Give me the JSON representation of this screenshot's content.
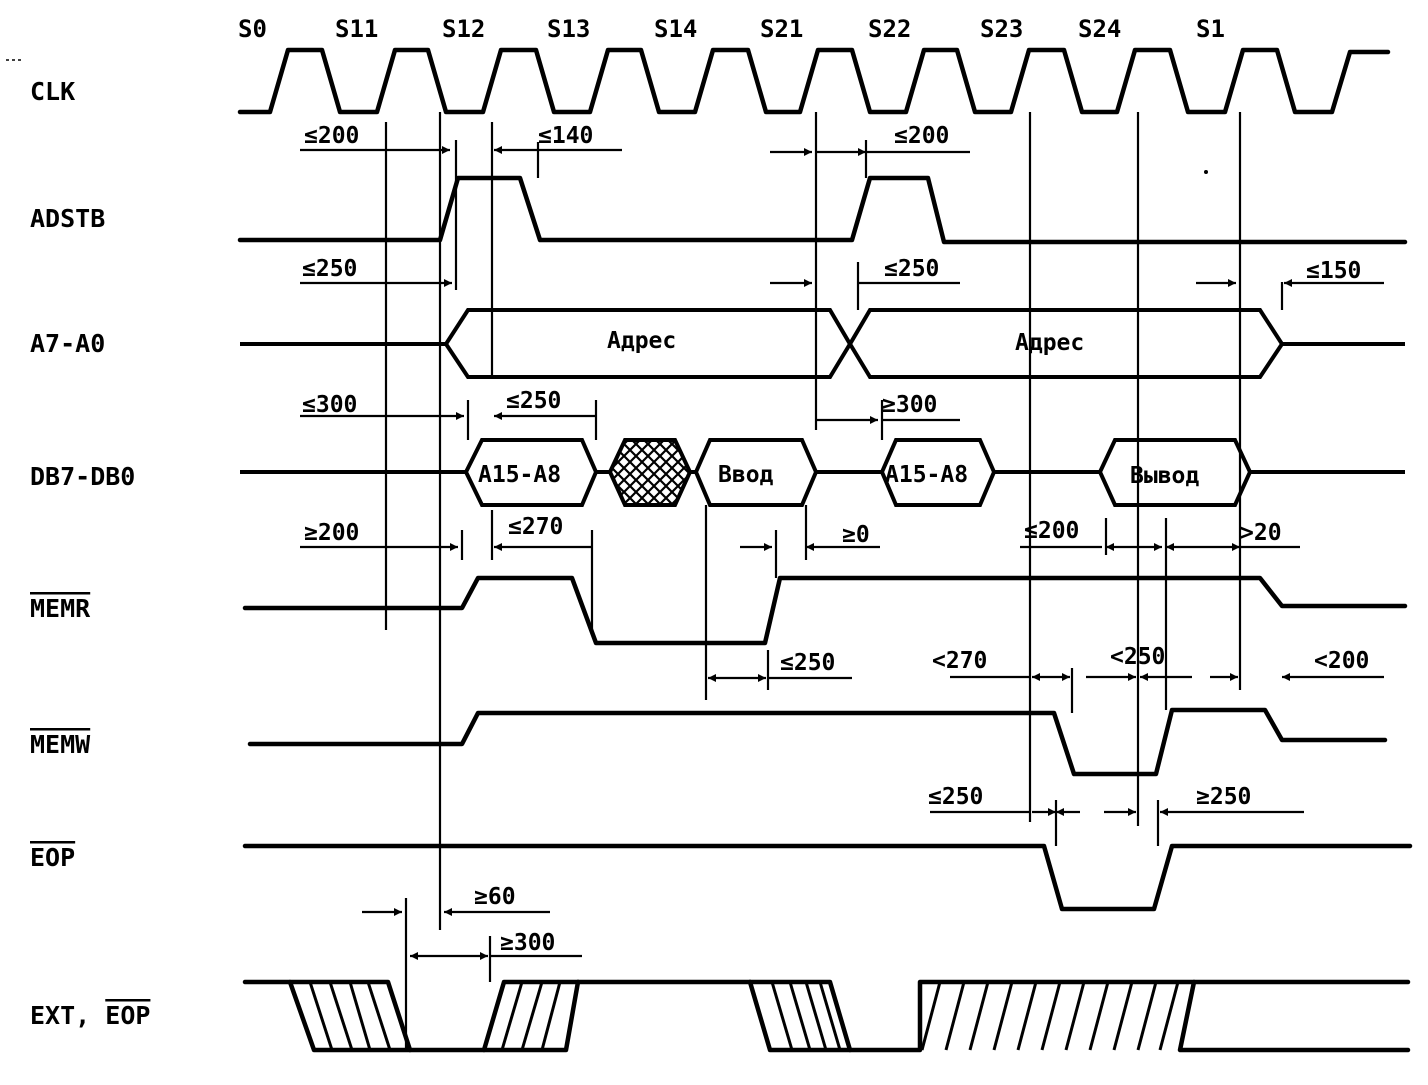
{
  "states": [
    "S0",
    "S11",
    "S12",
    "S13",
    "S14",
    "S21",
    "S22",
    "S23",
    "S24",
    "S1"
  ],
  "signals": {
    "clk": "CLK",
    "adstb": "ADSTB",
    "addr": "A7-A0",
    "data": "DB7-DB0",
    "memr": "MEMR",
    "memw": "MEMW",
    "eop": "EOP",
    "ext_a": "EXT, ",
    "ext_b": "EOP"
  },
  "bus_values": {
    "addr_1": "Адрес",
    "addr_2": "Адрес",
    "data_hi_1": "A15-A8",
    "data_in": "Ввод",
    "data_hi_2": "A15-A8",
    "data_out": "Вывод"
  },
  "timings": {
    "t1": "≤200",
    "t2": "≤140",
    "t3": "≤200",
    "t4": "≤250",
    "t5": "≤250",
    "t6": "≤150",
    "t7": "≤300",
    "t8": "≤250",
    "t9": "≥300",
    "t10": "≥200",
    "t11": "≤270",
    "t12": "≥0",
    "t13": "≤200",
    "t14": ">20",
    "t15": "≤250",
    "t16": "<270",
    "t17": "<250",
    "t18": "<200",
    "t19": "≤250",
    "t20": "≥250",
    "t21": "≥60",
    "t22": "≥300"
  }
}
